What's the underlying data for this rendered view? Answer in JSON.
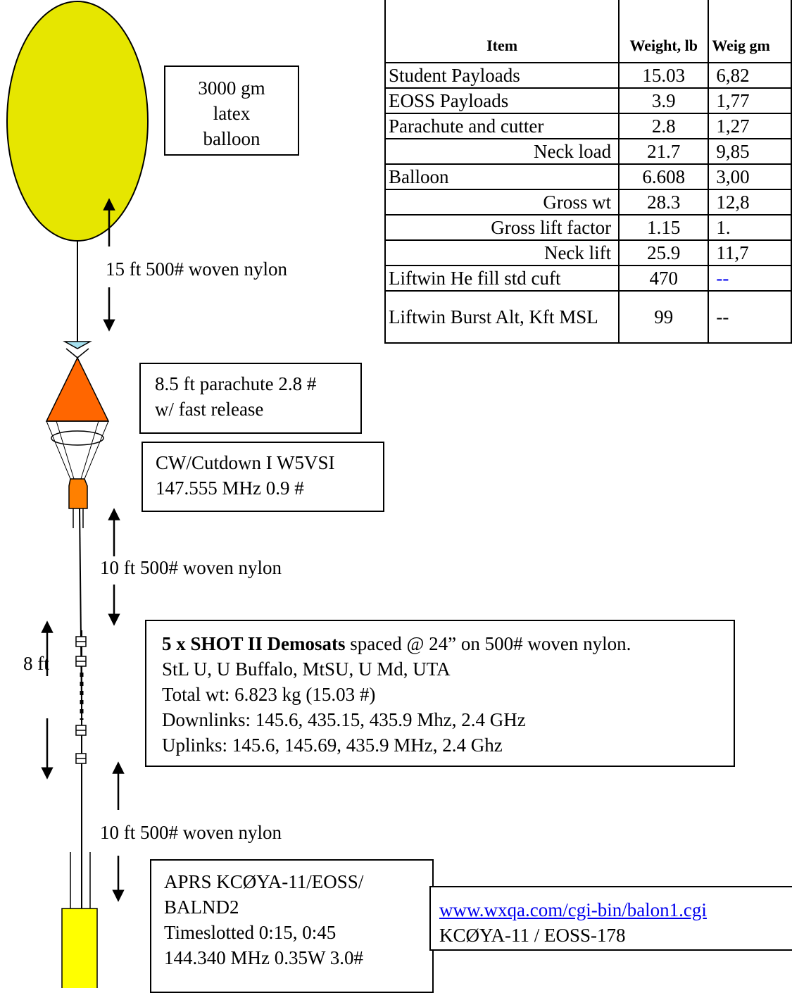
{
  "colors": {
    "balloon": "#e6e600",
    "parachute": "#ff6600",
    "cap": "#a6e1ef",
    "cutdown": "#ff8000",
    "aprs_box": "#ffff00",
    "link": "#0000ee"
  },
  "balloon_label": [
    "3000 gm",
    "latex",
    "balloon"
  ],
  "line1_label": "15 ft 500# woven nylon",
  "parachute_label": [
    "8.5 ft parachute 2.8 #",
    "w/ fast release"
  ],
  "cutdown_label": [
    "CW/Cutdown I W5VSI",
    "147.555 MHz 0.9 #"
  ],
  "line2_label": "10 ft 500# woven nylon",
  "span_label": "8 ft",
  "demosat": {
    "bold": "5 x SHOT II Demosats",
    "rest": " spaced @ 24” on 500# woven nylon.",
    "lines": [
      "StL U, U Buffalo, MtSU, U Md, UTA",
      "Total wt: 6.823 kg (15.03 #)",
      "Downlinks: 145.6, 435.15, 435.9 Mhz, 2.4 GHz",
      "Uplinks: 145.6, 145.69, 435.9 MHz, 2.4 Ghz"
    ]
  },
  "line3_label": "10 ft 500# woven nylon",
  "aprs_label": [
    "APRS KCØYA-11/EOSS/",
    "BALND2",
    "Timeslotted 0:15, 0:45",
    "144.340 MHz   0.35W 3.0#"
  ],
  "link_box": {
    "url": "www.wxqa.com/cgi-bin/balon1.cgi",
    "text": "KCØYA-11  / EOSS-178"
  },
  "table": {
    "headers": [
      "Item",
      "Weight, lb",
      "Weig gm"
    ],
    "rows": [
      {
        "item": "Student Payloads",
        "lb": "15.03",
        "gm": "6,82"
      },
      {
        "item": "EOSS Payloads",
        "lb": "3.9",
        "gm": "1,77"
      },
      {
        "item": "Parachute and cutter",
        "lb": "2.8",
        "gm": "1,27"
      },
      {
        "item": "Neck load",
        "lb": "21.7",
        "gm": "9,85"
      },
      {
        "item": "Balloon",
        "lb": "6.608",
        "gm": "3,00"
      },
      {
        "item": "Gross wt",
        "lb": "28.3",
        "gm": "12,8"
      },
      {
        "item": "Gross lift factor",
        "lb": "1.15",
        "gm": "1."
      },
      {
        "item": "Neck lift",
        "lb": "25.9",
        "gm": "11,7"
      },
      {
        "item": "Liftwin He fill std cuft",
        "lb": "470",
        "gm": "--"
      },
      {
        "item": "Liftwin Burst Alt, Kft MSL",
        "lb": "99",
        "gm": "--"
      }
    ]
  }
}
